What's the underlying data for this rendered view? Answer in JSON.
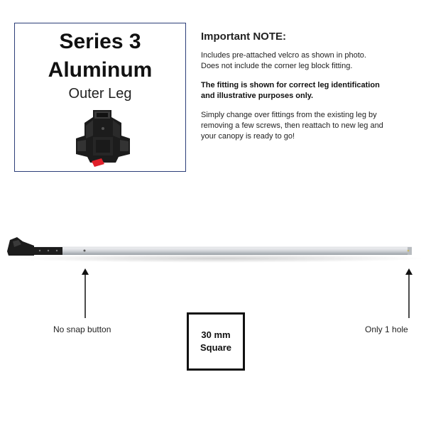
{
  "card": {
    "title_line1": "Series 3",
    "title_line2": "Aluminum",
    "subtitle": "Outer Leg"
  },
  "notes": {
    "heading": "Important NOTE:",
    "line1": "Includes pre-attached velcro as shown in photo.",
    "line2": "Does not include the corner leg block fitting.",
    "bold_line1": "The fitting is shown for correct leg identification",
    "bold_line2": "and illustrative purposes only.",
    "para_line1": "Simply change over fittings from the existing leg  by",
    "para_line2": "removing a few screws, then reattach to new leg and",
    "para_line3": "your canopy is ready to go!"
  },
  "labels": {
    "left": "No snap button",
    "right": "Only 1 hole"
  },
  "size_box": {
    "line1": "30 mm",
    "line2": "Square"
  },
  "colors": {
    "card_border": "#2c3e78",
    "leg_silver": "#d5d8dc",
    "fitting_black": "#1c1c1c",
    "accent_red": "#e0202a"
  }
}
